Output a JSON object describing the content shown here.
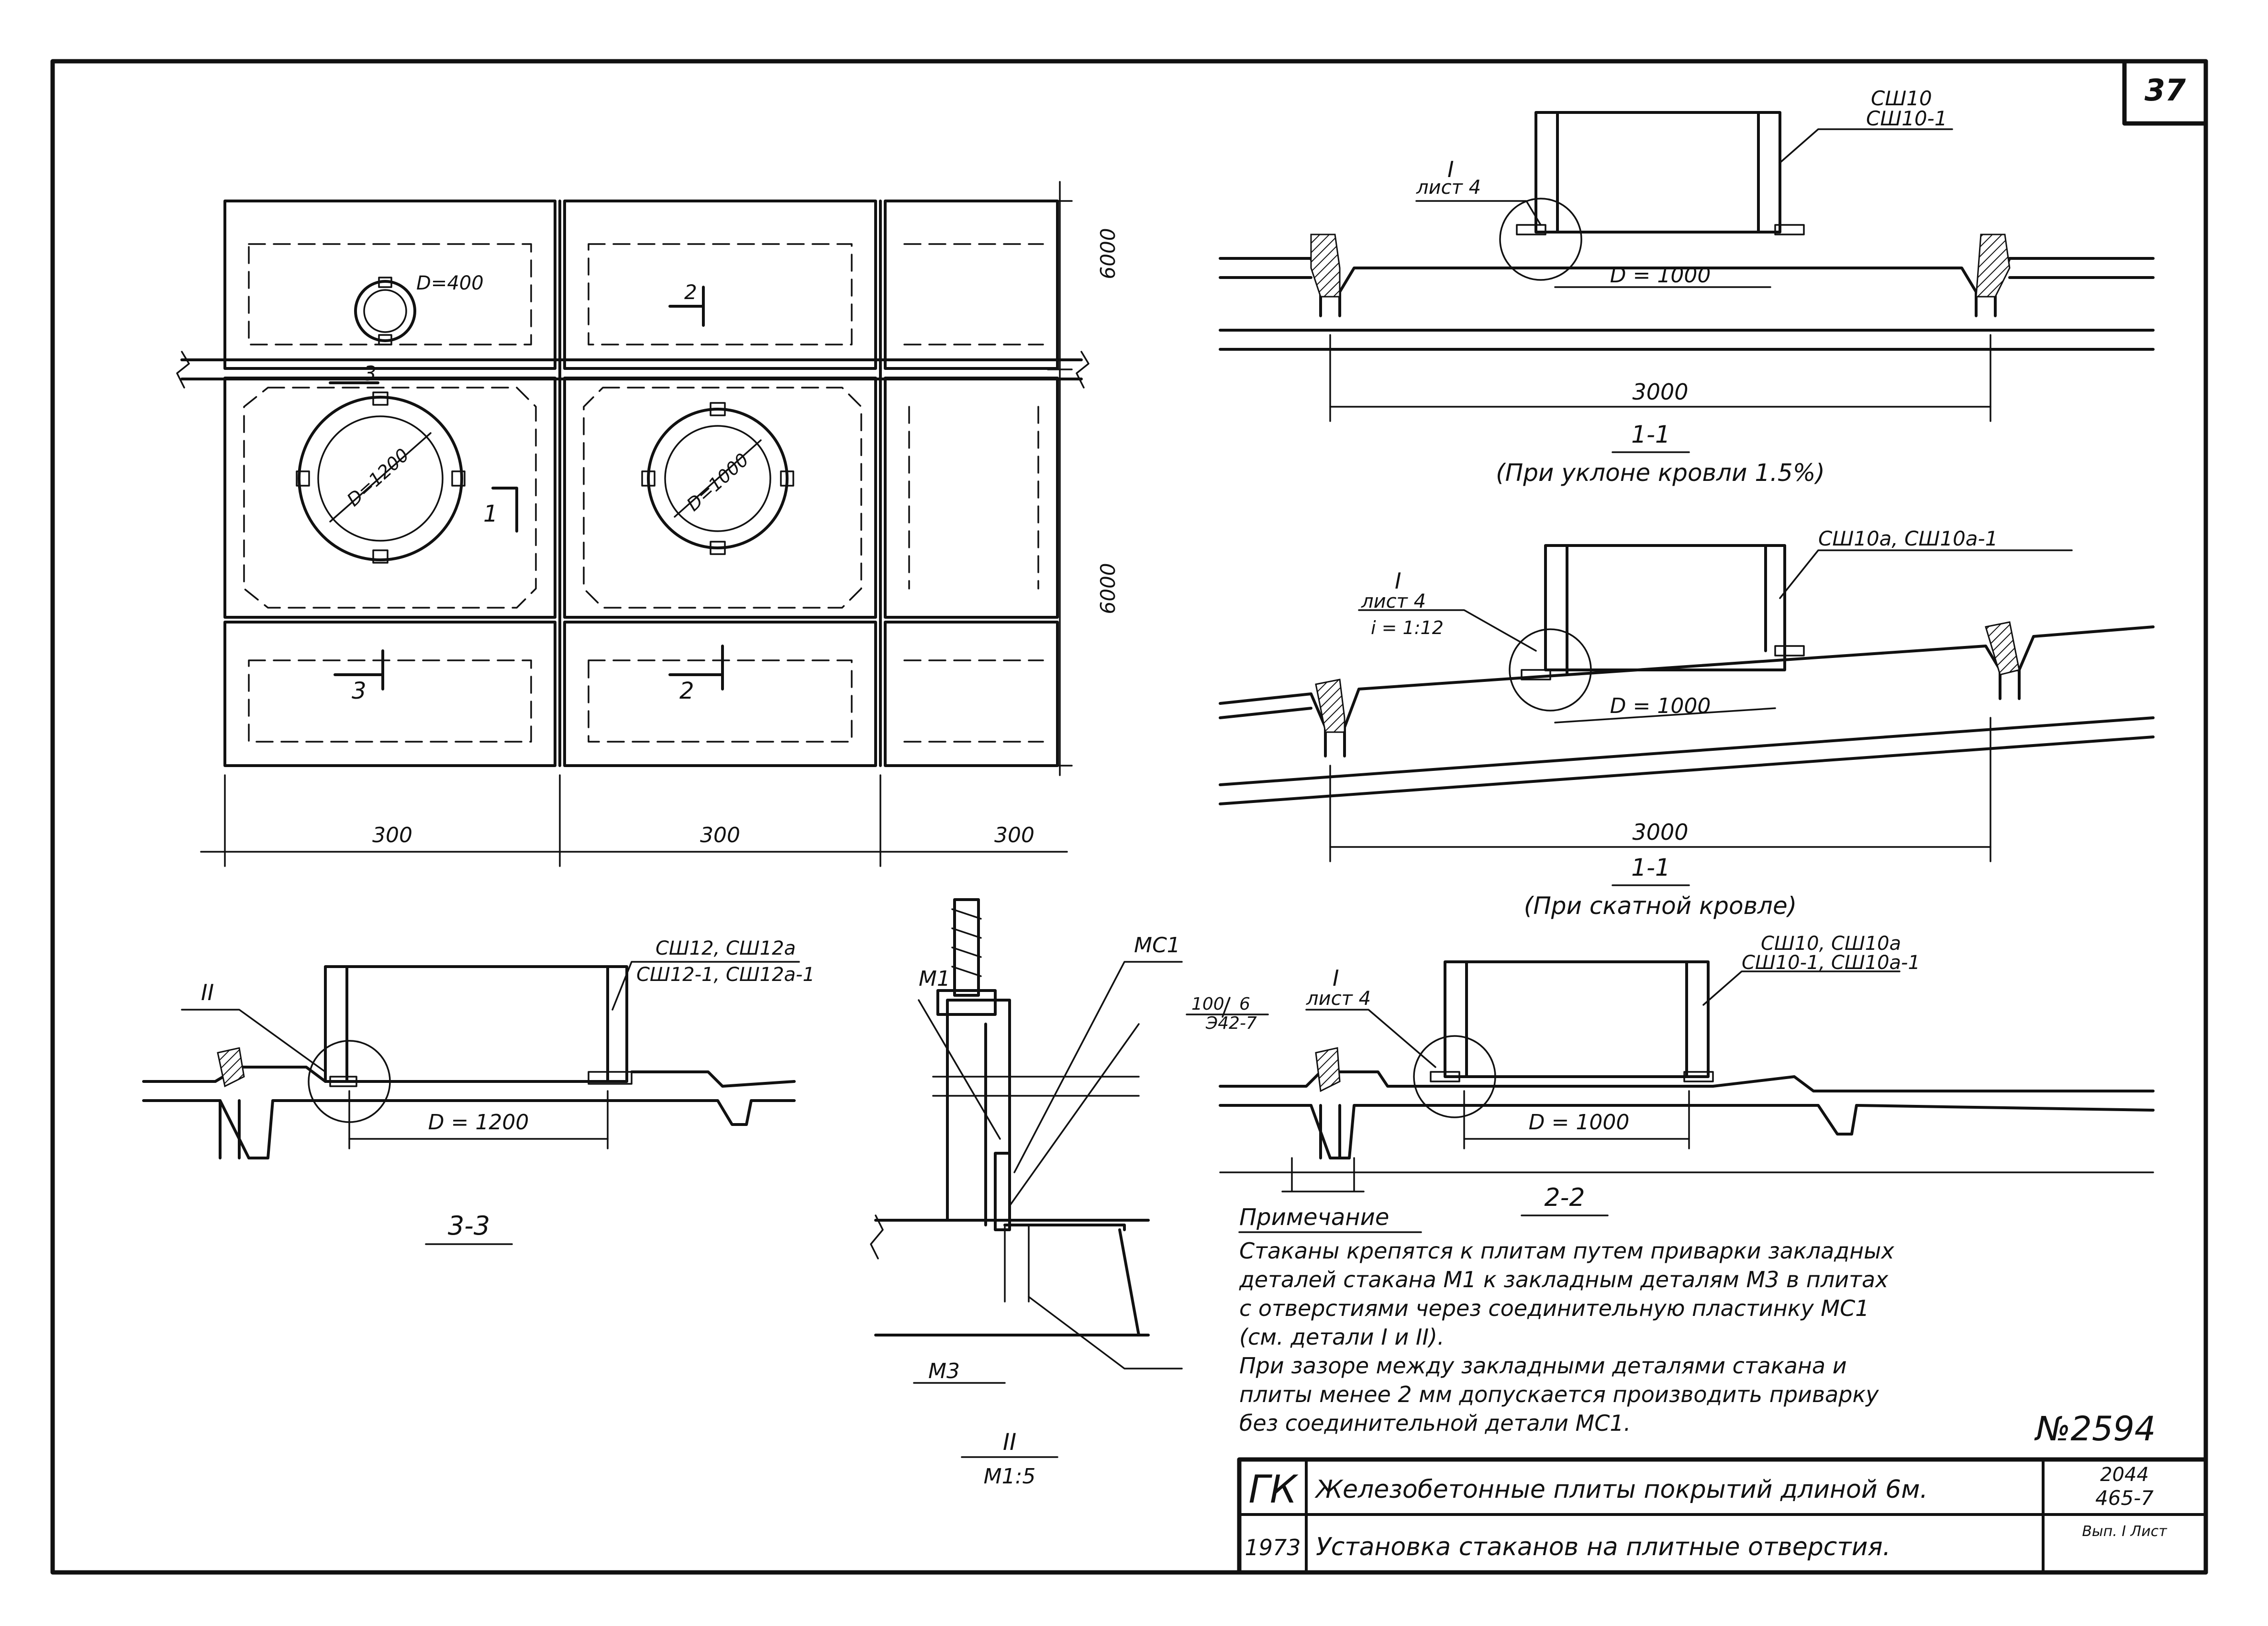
{
  "sheet": {
    "number": "37"
  },
  "plan": {
    "dim_bottom": [
      "300",
      "300",
      "300"
    ],
    "dim_side": [
      "6000",
      "6000"
    ],
    "openings": [
      "D=400",
      "D=1200",
      "D=1000"
    ],
    "cut_marks": [
      "2",
      "3",
      "1",
      "3",
      "2"
    ]
  },
  "section_1_flat": {
    "callout_num": "I",
    "callout_sheet": "лист 4",
    "part_label": [
      "СШ10",
      "СШ10-1"
    ],
    "diameter": "D = 1000",
    "span": "3000",
    "title": "1-1",
    "subtitle": "(При уклоне кровли 1.5%)"
  },
  "section_1_pitched": {
    "callout_num": "I",
    "callout_sheet": "лист 4",
    "slope": "i = 1:12",
    "part_label": "СШ10а, СШ10а-1",
    "diameter": "D = 1000",
    "span": "3000",
    "title": "1-1",
    "subtitle": "(При скатной кровле)"
  },
  "section_3": {
    "callout_num": "II",
    "part_label": [
      "СШ12, СШ12а",
      "СШ12-1, СШ12а-1"
    ],
    "diameter": "D = 1200",
    "title": "3-3"
  },
  "detail_2": {
    "labels": [
      "М1",
      "МС1",
      "М3"
    ],
    "weld": [
      "100",
      "6",
      "Э42-7"
    ],
    "title": "II",
    "scale": "М1:5"
  },
  "section_2": {
    "callout_num": "I",
    "callout_sheet": "лист 4",
    "part_label": [
      "СШ10, СШ10а",
      "СШ10-1, СШ10а-1"
    ],
    "diameter": "D = 1000",
    "title": "2-2"
  },
  "note": {
    "title": "Примечание",
    "lines": [
      "Стаканы крепятся к плитам путем приварки закладных",
      "деталей стакана М1 к закладным деталям М3 в плитах",
      "с отверстиями через соединительную пластинку МС1",
      "(см. детали I и II).",
      "При зазоре между закладными деталями стакана и",
      "плиты менее 2 мм допускается производить приварку",
      "без соединительной детали МС1."
    ],
    "stamp": "№2594"
  },
  "title_block": {
    "org": "ГК",
    "title": "Железобетонные плиты покрытий длиной 6м.",
    "year": "1973",
    "subtitle": "Установка стаканов на плитные отверстия.",
    "series_line1": "2044",
    "series_line2": "465-7",
    "sheet_cell": "Вып. I Лист"
  }
}
